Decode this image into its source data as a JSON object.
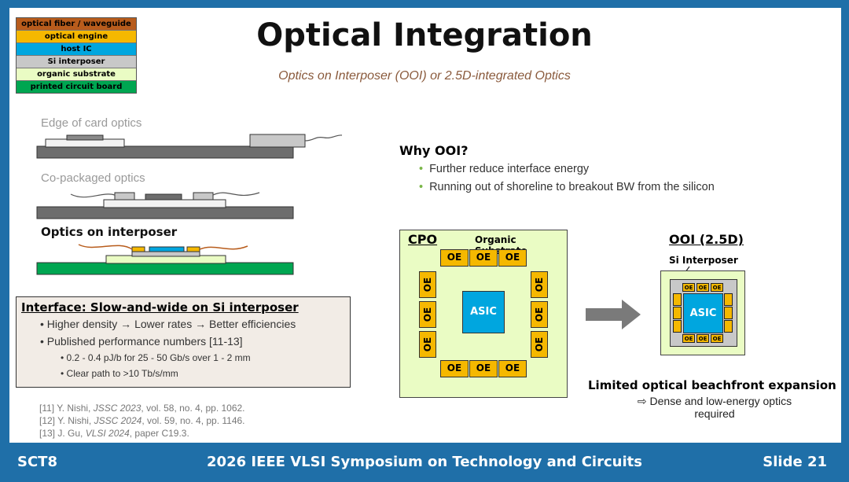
{
  "legend": [
    {
      "label": "optical fiber / waveguide",
      "color": "#b85c1c"
    },
    {
      "label": "optical engine",
      "color": "#f5b800"
    },
    {
      "label": "host IC",
      "color": "#00a6df"
    },
    {
      "label": "Si interposer",
      "color": "#c8c8c8"
    },
    {
      "label": "organic substrate",
      "color": "#eafcc4"
    },
    {
      "label": "printed circuit board",
      "color": "#00a651"
    }
  ],
  "title": "Optical Integration",
  "subtitle": "Optics on Interposer (OOI) or 2.5D-integrated Optics",
  "diagrams": {
    "edge": "Edge of card optics",
    "cpo": "Co-packaged optics",
    "ooi": "Optics on interposer"
  },
  "interface": {
    "heading": "Interface: Slow-and-wide on Si interposer",
    "bullet1": "Higher density → Lower rates → Better efficiencies",
    "bullet2": "Published performance numbers [11-13]",
    "sub1": "0.2 - 0.4 pJ/b for 25 - 50 Gb/s over 1 - 2 mm",
    "sub2": "Clear path to >10 Tb/s/mm"
  },
  "refs": {
    "r11_pre": "[11] Y. Nishi, ",
    "r11_j": "JSSC 2023",
    "r11_post": ", vol. 58, no. 4, pp. 1062.",
    "r12_pre": "[12] Y. Nishi, ",
    "r12_j": "JSSC 2024",
    "r12_post": ", vol. 59, no. 4, pp. 1146.",
    "r13_pre": "[13] J. Gu, ",
    "r13_j": "VLSI 2024",
    "r13_post": ", paper C19.3."
  },
  "why": {
    "heading": "Why OOI?",
    "bullets": [
      "Further reduce interface energy",
      "Running out of shoreline to breakout BW from the silicon"
    ]
  },
  "cpo_box": {
    "title": "CPO",
    "substrate": "Organic Substrate",
    "oe": "OE",
    "asic": "ASIC"
  },
  "ooi_box": {
    "title": "OOI (2.5D)",
    "interposer": "Si Interposer",
    "oe": "OE",
    "asic": "ASIC"
  },
  "beachfront": {
    "heading": "Limited optical beachfront expansion",
    "note": "⇨ Dense and low-energy optics required"
  },
  "footer": {
    "left": "SCT8",
    "center": "2026 IEEE VLSI Symposium on Technology and Circuits",
    "right": "Slide 21"
  }
}
